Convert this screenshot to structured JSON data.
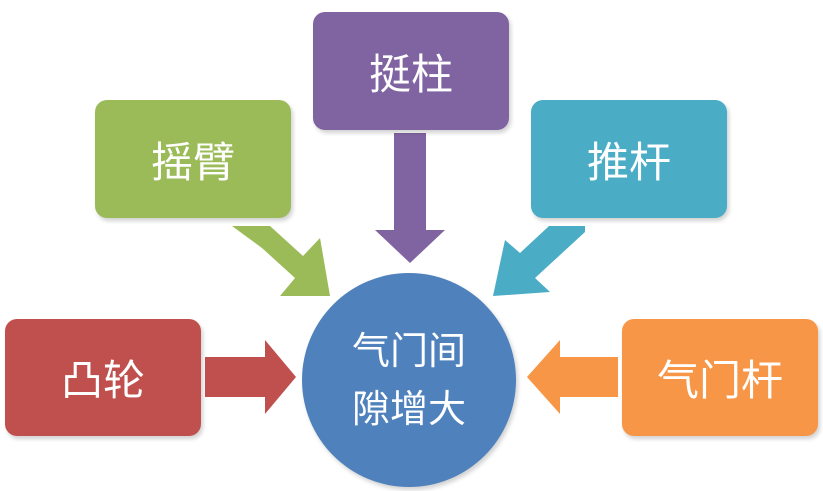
{
  "diagram": {
    "center": {
      "line1": "气门间",
      "line2": "隙增大",
      "color": "#4f81bd"
    },
    "nodes": [
      {
        "id": "cam",
        "label": "凸轮",
        "color": "#c0504d"
      },
      {
        "id": "rocker",
        "label": "摇臂",
        "color": "#9bbb59"
      },
      {
        "id": "pushrod-column",
        "label": "挺柱",
        "color": "#8064a2"
      },
      {
        "id": "pushrod",
        "label": "推杆",
        "color": "#4bacc6"
      },
      {
        "id": "valve-stem",
        "label": "气门杆",
        "color": "#f79646"
      }
    ]
  }
}
